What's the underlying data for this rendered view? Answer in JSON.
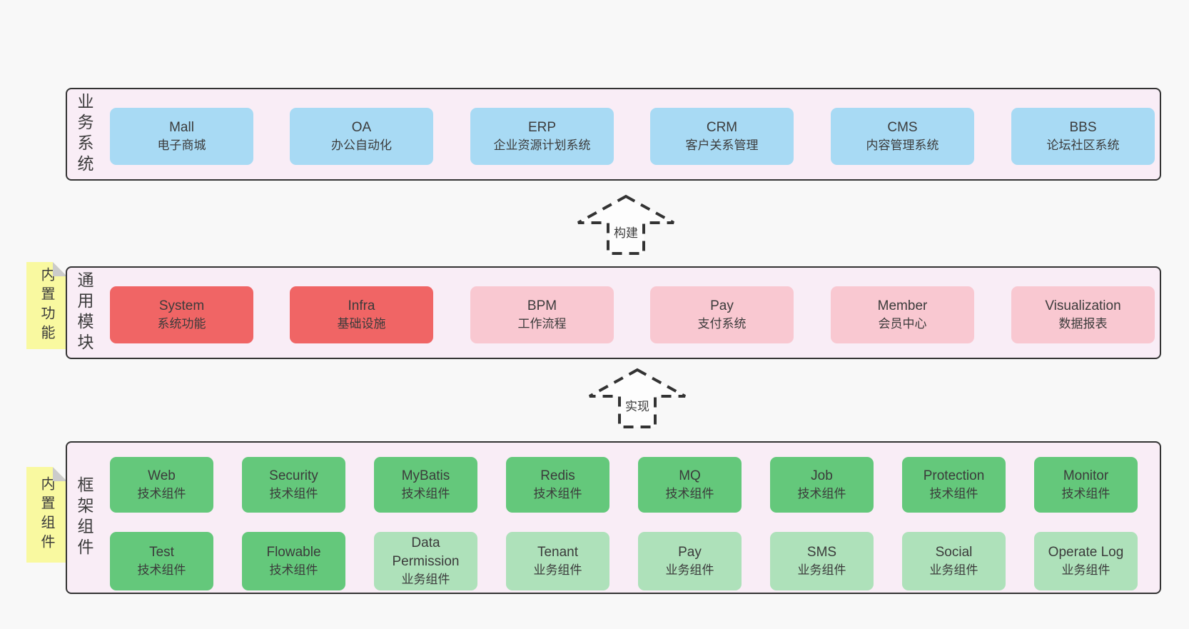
{
  "colors": {
    "page_bg": "#f8f8f8",
    "container_bg": "#f9edf6",
    "border": "#333333",
    "blue": "#a8daf4",
    "red": "#f06565",
    "pink": "#f9c8d1",
    "green": "#64c87b",
    "light_green": "#aee1ba",
    "note_yellow": "#f9f9a0",
    "fold_gray": "#cbcbcb",
    "text": "#3b3b3b"
  },
  "arrows": [
    {
      "label": "构建"
    },
    {
      "label": "实现"
    }
  ],
  "layers": [
    {
      "label": "业务系统",
      "boxes": [
        {
          "en": "Mall",
          "zh": "电子商城"
        },
        {
          "en": "OA",
          "zh": "办公自动化"
        },
        {
          "en": "ERP",
          "zh": "企业资源计划系统"
        },
        {
          "en": "CRM",
          "zh": "客户关系管理"
        },
        {
          "en": "CMS",
          "zh": "内容管理系统"
        },
        {
          "en": "BBS",
          "zh": "论坛社区系统"
        }
      ]
    },
    {
      "label": "通用模块",
      "note": "内置功能",
      "boxes": [
        {
          "en": "System",
          "zh": "系统功能"
        },
        {
          "en": "Infra",
          "zh": "基础设施"
        },
        {
          "en": "BPM",
          "zh": "工作流程"
        },
        {
          "en": "Pay",
          "zh": "支付系统"
        },
        {
          "en": "Member",
          "zh": "会员中心"
        },
        {
          "en": "Visualization",
          "zh": "数据报表"
        }
      ]
    },
    {
      "label": "框架组件",
      "note": "内置组件",
      "rows": [
        [
          {
            "en": "Web",
            "zh": "技术组件"
          },
          {
            "en": "Security",
            "zh": "技术组件"
          },
          {
            "en": "MyBatis",
            "zh": "技术组件"
          },
          {
            "en": "Redis",
            "zh": "技术组件"
          },
          {
            "en": "MQ",
            "zh": "技术组件"
          },
          {
            "en": "Job",
            "zh": "技术组件"
          },
          {
            "en": "Protection",
            "zh": "技术组件"
          },
          {
            "en": "Monitor",
            "zh": "技术组件"
          }
        ],
        [
          {
            "en": "Test",
            "zh": "技术组件"
          },
          {
            "en": "Flowable",
            "zh": "技术组件"
          },
          {
            "en": "Data Permission",
            "zh": "业务组件"
          },
          {
            "en": "Tenant",
            "zh": "业务组件"
          },
          {
            "en": "Pay",
            "zh": "业务组件"
          },
          {
            "en": "SMS",
            "zh": "业务组件"
          },
          {
            "en": "Social",
            "zh": "业务组件"
          },
          {
            "en": "Operate Log",
            "zh": "业务组件"
          }
        ]
      ]
    }
  ]
}
